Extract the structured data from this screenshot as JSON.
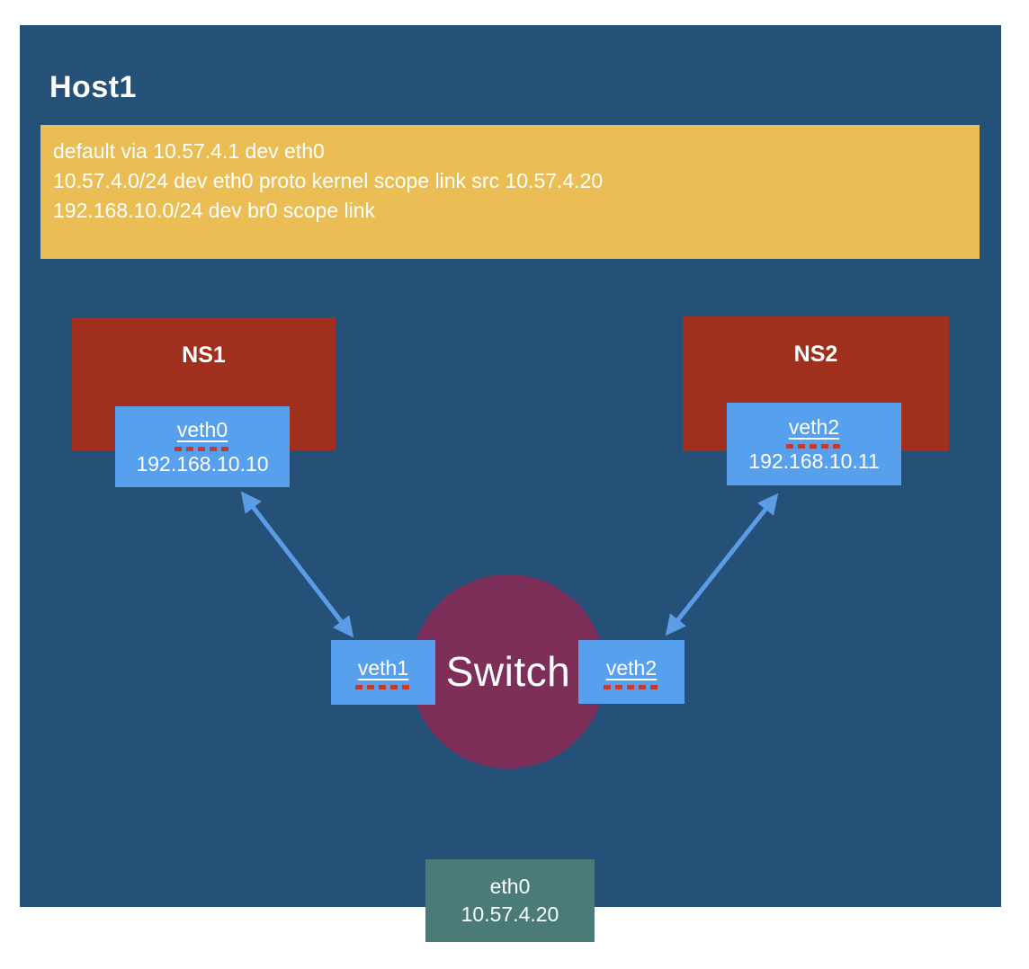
{
  "host": {
    "title": "Host1"
  },
  "routes": {
    "lines": [
      "default via 10.57.4.1 dev eth0",
      "10.57.4.0/24 dev eth0 proto kernel scope link src 10.57.4.20",
      "192.168.10.0/24 dev br0 scope link"
    ]
  },
  "namespaces": [
    {
      "name": "NS1",
      "iface": "veth0",
      "ip": "192.168.10.10"
    },
    {
      "name": "NS2",
      "iface": "veth2",
      "ip": "192.168.10.11"
    }
  ],
  "switch": {
    "label": "Switch",
    "left_port": "veth1",
    "right_port": "veth2"
  },
  "uplink": {
    "iface": "eth0",
    "ip": "10.57.4.20"
  },
  "colors": {
    "host-bg": "#255078",
    "routes-bg": "#EABD55",
    "ns-bg": "#A02F1E",
    "port-bg": "#57A0ED",
    "switch-bg": "#7D2F5A",
    "uplink-bg": "#4A7B79",
    "arrow": "#5B9CE6",
    "underline-dash": "#C23B2E",
    "text": "#FFFFFF"
  }
}
